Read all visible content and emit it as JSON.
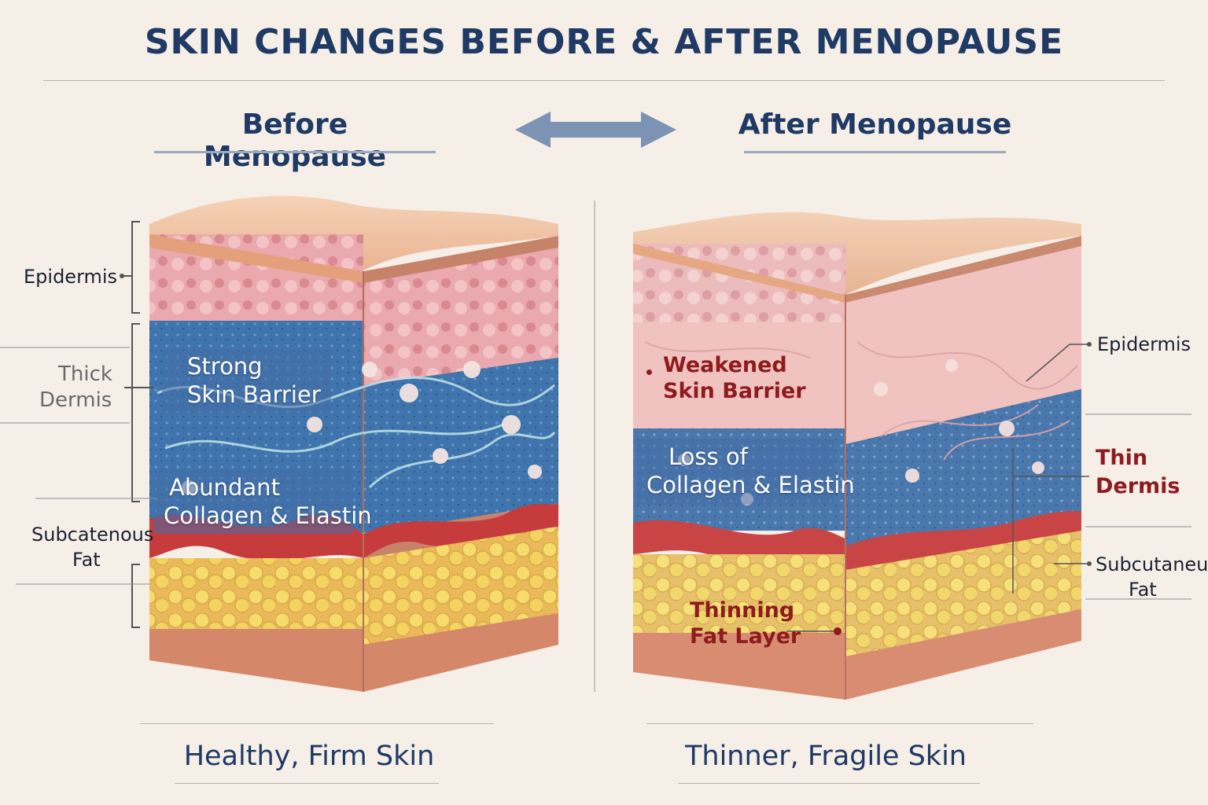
{
  "title": "SKIN CHANGES BEFORE & AFTER MENOPAUSE",
  "before": {
    "heading": "Before Menopause",
    "caption": "Healthy, Firm Skin",
    "labels": {
      "epidermis": "Epidermis",
      "dermis_line1": "Thick",
      "dermis_line2": "Dermis",
      "fat_line1": "Subcatenous",
      "fat_line2": "Fat"
    },
    "callouts": {
      "barrier_line1": "Strong",
      "barrier_line2": "Skin Barrier",
      "collagen_line1": "Abundant",
      "collagen_line2": "Collagen & Elastin"
    }
  },
  "after": {
    "heading": "After Menopause",
    "caption": "Thinner, Fragile Skin",
    "labels": {
      "epidermis": "Epidermis",
      "dermis_line1": "Thin",
      "dermis_line2": "Dermis",
      "fat_line1": "Subcutaneus",
      "fat_line2": "Fat"
    },
    "callouts": {
      "barrier_line1": "Weakened",
      "barrier_line2": "Skin Barrier",
      "collagen_line1": "Loss of",
      "collagen_line2": "Collagen & Elastin",
      "fat_line1": "Thinning",
      "fat_line2": "Fat Layer"
    }
  },
  "colors": {
    "navy": "#1f3a64",
    "accent_red": "#8e1b1e",
    "dermis_blue": "#3f74ad",
    "fat_yellow": "#f2d466",
    "epidermis_pink": "#e8a7a7",
    "skin_top": "#f1c4a4"
  },
  "icons": {
    "compare_arrow": "double-arrow-icon"
  }
}
